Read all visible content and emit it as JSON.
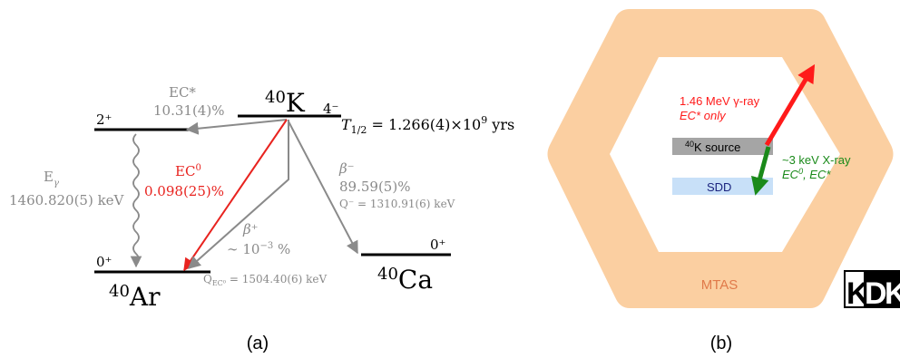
{
  "panel_a": {
    "caption": "(a)",
    "parent": {
      "mass": "40",
      "symbol": "K",
      "spin": "4⁻"
    },
    "half_life": {
      "label": "T",
      "sub": "1/2",
      "value": " = 1.266(4)×10",
      "exp": "9",
      "unit": " yrs"
    },
    "ar": {
      "mass": "40",
      "symbol": "Ar"
    },
    "ca": {
      "mass": "40",
      "symbol": "Ca"
    },
    "ar_excited_spin": "2⁺",
    "ar_ground_spin": "0⁺",
    "ca_ground_spin": "0⁺",
    "ec_star": {
      "label": "EC*",
      "value": "10.31(4)%"
    },
    "ec_zero": {
      "label": "EC",
      "sup": "0",
      "value": "0.098(25)%"
    },
    "gamma": {
      "label": "E",
      "sub": "γ",
      "value": "1460.820(5) keV"
    },
    "beta_plus": {
      "label": "β⁺",
      "value_prefix": "∼ 10",
      "exp": "−3",
      "value_suffix": " %"
    },
    "beta_minus": {
      "label": "β⁻",
      "value": "89.59(5)%",
      "q": "Q⁻ = 1310.91(6) keV"
    },
    "q_ec": {
      "label": "Q",
      "sub": "EC⁰",
      "value": " = 1504.40(6) keV"
    },
    "colors": {
      "main": "#000000",
      "gray": "#8a8a8a",
      "red": "#e8231f"
    }
  },
  "panel_b": {
    "caption": "(b)",
    "mtas_label": "MTAS",
    "source_label_sup": "40",
    "source_label": "K source",
    "sdd_label": "SDD",
    "gamma_line1": "1.46 MeV γ-ray",
    "gamma_line2": "EC* only",
    "xray_line1": "~3 keV X-ray",
    "xray_line2_a": "EC",
    "xray_line2_sup": "0",
    "xray_line2_b": ", EC*",
    "logo_k1": "K",
    "logo_d": "D",
    "logo_k2": "K",
    "colors": {
      "hexagon": "#fbcfa1",
      "mtas_text": "#e07a4a",
      "source": "#a5a5a5",
      "sdd": "#c8e0f8",
      "red": "#ff1a1a",
      "green": "#1a8a1a",
      "sdd_text": "#1a237e"
    }
  }
}
